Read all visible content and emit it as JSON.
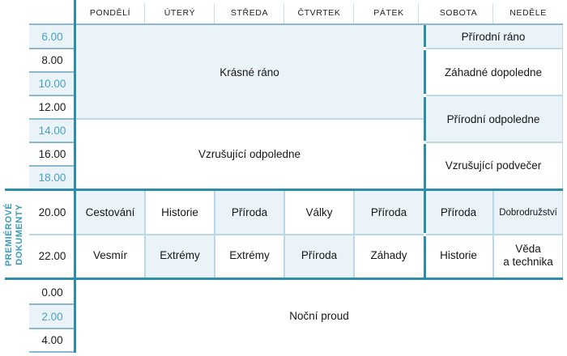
{
  "header": {
    "days": [
      "PONDĚLÍ",
      "ÚTERÝ",
      "STŘEDA",
      "ČTVRTEK",
      "PÁTEK",
      "SOBOTA",
      "NEDĚLE"
    ]
  },
  "time_column": {
    "slots": [
      "6.00",
      "8.00",
      "10.00",
      "12.00",
      "14.00",
      "16.00",
      "18.00",
      "20.00",
      "22.00",
      "0.00",
      "2.00",
      "4.00"
    ]
  },
  "blocks": {
    "weekday_morning": "Krásné ráno",
    "weekday_afternoon": "Vzrušující odpoledne",
    "weekend_morning": "Přírodní ráno",
    "weekend_forenoon": "Záhadné dopoledne",
    "weekend_afternoon": "Přírodní odpoledne",
    "weekend_evening": "Vzrušující podvečer",
    "night": "Noční proud"
  },
  "premium_section": {
    "label_line1": "PREMIÉROVÉ",
    "label_line2": "DOKUMENTY",
    "row_2000": [
      "Cestování",
      "Historie",
      "Příroda",
      "Války",
      "Příroda",
      "Příroda",
      "Dobrodružství"
    ],
    "row_2200": [
      "Vesmír",
      "Extrémy",
      "Extrémy",
      "Příroda",
      "Záhady",
      "Historie",
      "Věda\na technika"
    ]
  },
  "colors": {
    "teal_text": "#47a1c2",
    "dark_teal_line": "#2f8dac",
    "light_cell_background": "#eaf3f8",
    "light_border": "#bcd8e5",
    "medium_border": "#8cb8ce"
  }
}
